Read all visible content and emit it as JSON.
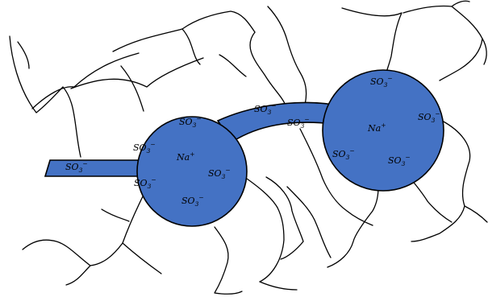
{
  "colors": {
    "fill": "#4472c4",
    "stroke": "#000000",
    "background": "#ffffff"
  },
  "labels": {
    "so3": {
      "base": "SO",
      "sub": "3",
      "sup": "−"
    },
    "na": {
      "base": "Na",
      "sup": "+"
    }
  }
}
